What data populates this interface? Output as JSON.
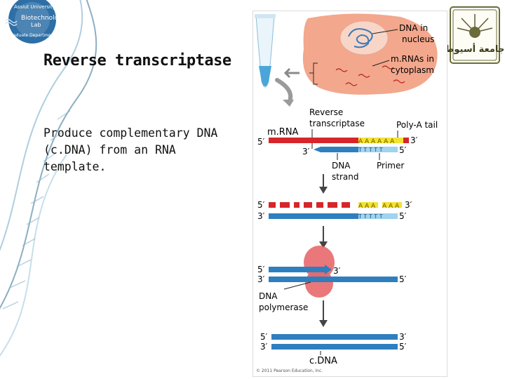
{
  "slide": {
    "title": "Reverse transcriptase",
    "description": "Produce complementary DNA (c.DNA) from an RNA template."
  },
  "logo_left": {
    "lines": [
      "Assiut University",
      "Biotechnology",
      "Lab",
      "Graduate Department"
    ]
  },
  "logo_right": {
    "text": "جامعة أسيوط"
  },
  "figure": {
    "dna_in_nucleus": [
      "DNA in",
      "nucleus"
    ],
    "mrnas_in_cytoplasm": [
      "m.RNAs in",
      "cytoplasm"
    ],
    "reverse_transcriptase": [
      "Reverse",
      "transcriptase"
    ],
    "poly_a_tail": "Poly-A tail",
    "mrna": "m.RNA",
    "prime5": "5′",
    "prime3": "3′",
    "aaaaaa": "A A A A A A",
    "ttttt": "T T T T T",
    "aaa1": "A A A",
    "aaa2": "A A A",
    "dna_strand": [
      "DNA",
      "strand"
    ],
    "primer": "Primer",
    "dna_polymerase": [
      "DNA",
      "polymerase"
    ],
    "cdna": "c.DNA",
    "copyright": "© 2011 Pearson Education, Inc."
  },
  "colors": {
    "rna": "#d6262b",
    "dna": "#2f7fbf",
    "primer": "#9fd3ef",
    "poly_a": "#f3e233",
    "enzyme": "#e8686b",
    "cell": "#f3a78c",
    "nucleus": "#f7d6c8",
    "chromatin": "#3f79b6",
    "tube": "#4aa6d8",
    "helix": "#2f6d8f"
  }
}
